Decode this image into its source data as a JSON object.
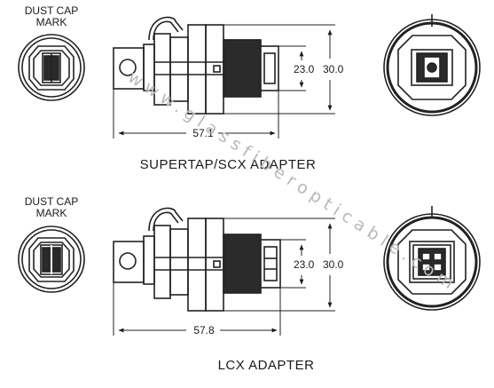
{
  "watermark": "www.glassfiberopticable.com",
  "sections": [
    {
      "cap_label_line1": "DUST CAP",
      "cap_label_line2": "MARK",
      "dim_inner": "23.0",
      "dim_outer": "30.0",
      "dim_length": "57.1",
      "title": "SUPERTAP/SCX ADAPTER"
    },
    {
      "cap_label_line1": "DUST CAP",
      "cap_label_line2": "MARK",
      "dim_inner": "23.0",
      "dim_outer": "30.0",
      "dim_length": "57.8",
      "title": "LCX ADAPTER"
    }
  ]
}
